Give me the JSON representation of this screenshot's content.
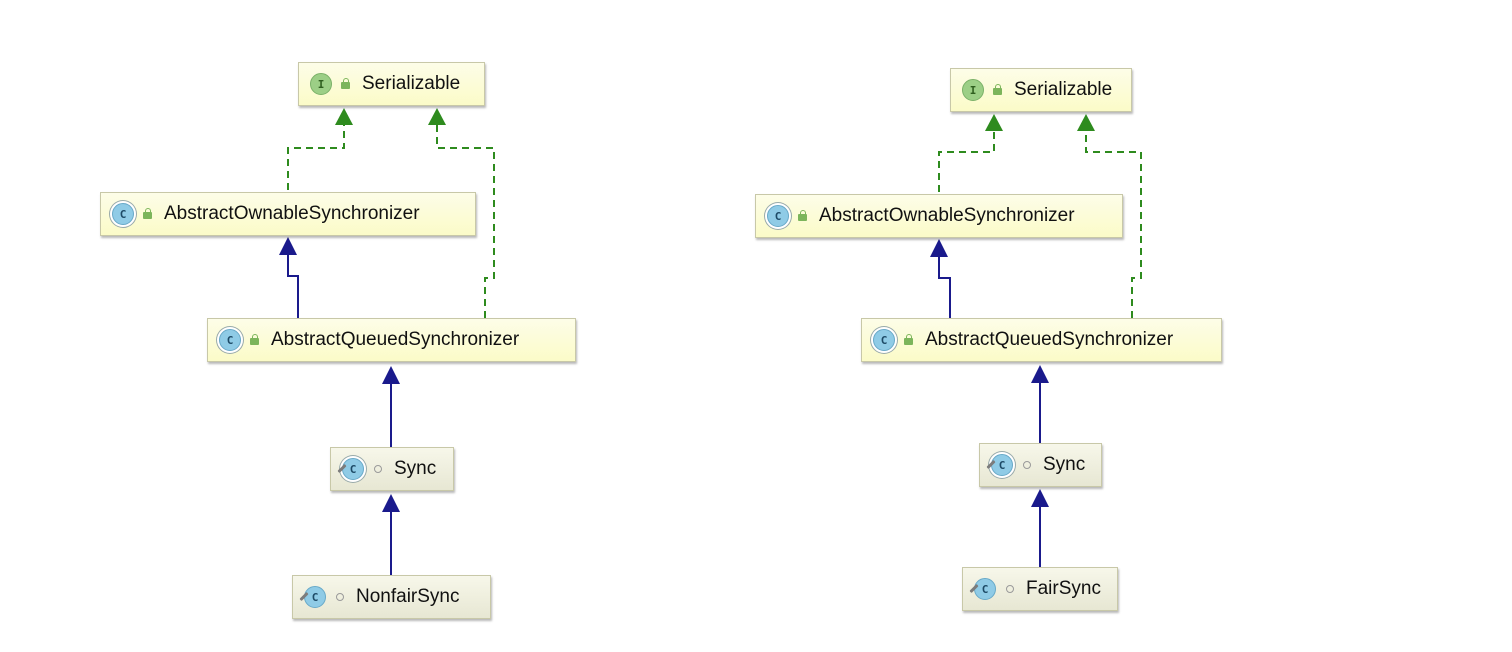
{
  "diagrams": [
    {
      "nodes": {
        "serializable": {
          "label": "Serializable",
          "kind": "interface-icon"
        },
        "aos": {
          "label": "AbstractOwnableSynchronizer",
          "kind": "abstract-class-icon"
        },
        "aqs": {
          "label": "AbstractQueuedSynchronizer",
          "kind": "abstract-class-icon"
        },
        "sync": {
          "label": "Sync",
          "kind": "nested-abstract-class-icon"
        },
        "leaf": {
          "label": "NonfairSync",
          "kind": "nested-class-icon"
        }
      },
      "edges": [
        {
          "from": "aos",
          "to": "serializable",
          "type": "implements"
        },
        {
          "from": "aqs",
          "to": "serializable",
          "type": "implements"
        },
        {
          "from": "aqs",
          "to": "aos",
          "type": "extends"
        },
        {
          "from": "sync",
          "to": "aqs",
          "type": "extends"
        },
        {
          "from": "leaf",
          "to": "sync",
          "type": "extends"
        }
      ]
    },
    {
      "nodes": {
        "serializable": {
          "label": "Serializable",
          "kind": "interface-icon"
        },
        "aos": {
          "label": "AbstractOwnableSynchronizer",
          "kind": "abstract-class-icon"
        },
        "aqs": {
          "label": "AbstractQueuedSynchronizer",
          "kind": "abstract-class-icon"
        },
        "sync": {
          "label": "Sync",
          "kind": "nested-abstract-class-icon"
        },
        "leaf": {
          "label": "FairSync",
          "kind": "nested-class-icon"
        }
      },
      "edges": [
        {
          "from": "aos",
          "to": "serializable",
          "type": "implements"
        },
        {
          "from": "aqs",
          "to": "serializable",
          "type": "implements"
        },
        {
          "from": "aqs",
          "to": "aos",
          "type": "extends"
        },
        {
          "from": "sync",
          "to": "aqs",
          "type": "extends"
        },
        {
          "from": "leaf",
          "to": "sync",
          "type": "extends"
        }
      ]
    }
  ],
  "icons": {
    "interface_letter": "I",
    "class_letter": "C"
  },
  "colors": {
    "implements_edge": "#2e8b1e",
    "extends_edge": "#1a1a8c",
    "node_fill": "#fbfbc8"
  }
}
